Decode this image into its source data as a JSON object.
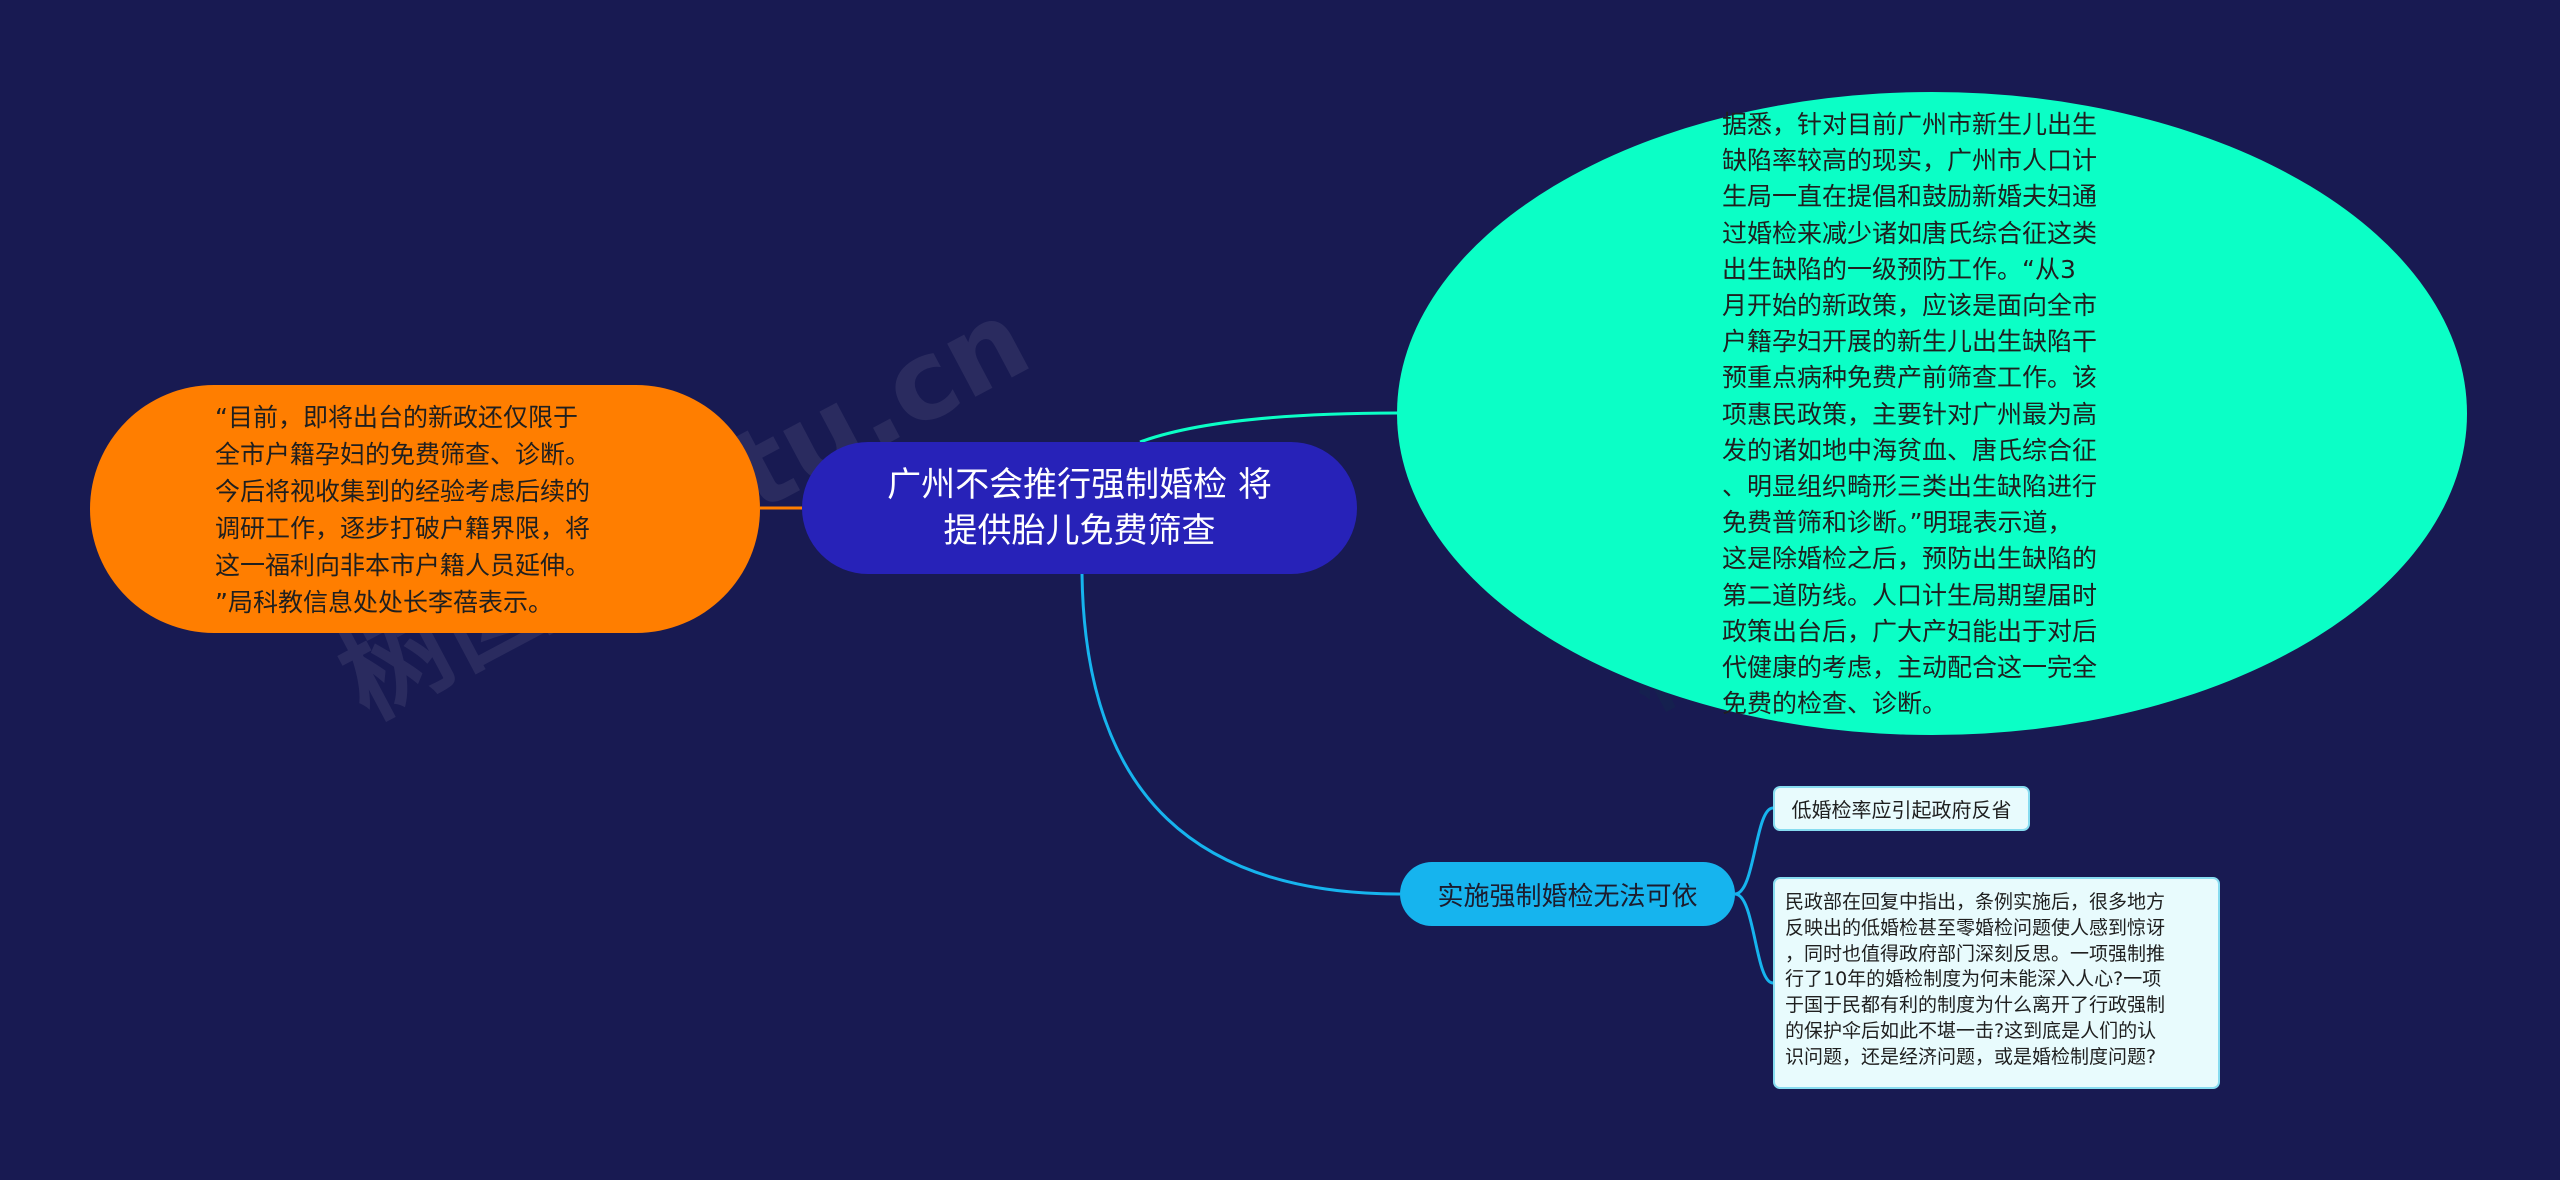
{
  "root": {
    "line1": "广州不会推行强制婚检 将",
    "line2": "提供胎儿免费筛查"
  },
  "left_node": {
    "lines": [
      "“目前，即将出台的新政还仅限于",
      "全市户籍孕妇的免费筛查、诊断。",
      "今后将视收集到的经验考虑后续的",
      "调研工作，逐步打破户籍界限，将",
      "这一福利向非本市户籍人员延伸。",
      "”局科教信息处处长李蓓表示。"
    ]
  },
  "right_node": {
    "lines": [
      "据悉，针对目前广州市新生儿出生",
      "缺陷率较高的现实，广州市人口计",
      "生局一直在提倡和鼓励新婚夫妇通",
      "过婚检来减少诸如唐氏综合征这类",
      "出生缺陷的一级预防工作。“从3",
      "月开始的新政策，应该是面向全市",
      "户籍孕妇开展的新生儿出生缺陷干",
      "预重点病种免费产前筛查工作。该",
      "项惠民政策，主要针对广州最为高",
      "发的诸如地中海贫血、唐氏综合征",
      "、明显组织畸形三类出生缺陷进行",
      "免费普筛和诊断。”明琨表示道，",
      "这是除婚检之后，预防出生缺陷的",
      "第二道防线。人口计生局期望届时",
      "政策出台后，广大产妇能出于对后",
      "代健康的考虑，主动配合这一完全",
      "免费的检查、诊断。"
    ]
  },
  "branch": {
    "label": "实施强制婚检无法可依",
    "leaf1": "低婚检率应引起政府反省",
    "leaf2_lines": [
      "民政部在回复中指出，条例实施后，很多地方",
      "反映出的低婚检甚至零婚检问题使人感到惊讶",
      "，同时也值得政府部门深刻反思。一项强制推",
      "行了10年的婚检制度为何未能深入人心?一项",
      "于国于民都有利的制度为什么离开了行政强制",
      "的保护伞后如此不堪一击?这到底是人们的认",
      "识问题，还是经济问题，或是婚检制度问题?"
    ]
  },
  "watermark": "树图shutu.cn",
  "colors": {
    "background": "#181a52",
    "root": "#2722b8",
    "left": "#ff7e00",
    "right": "#0bffc6",
    "branch": "#16b4ee",
    "leaf": "#e8fbfd"
  }
}
